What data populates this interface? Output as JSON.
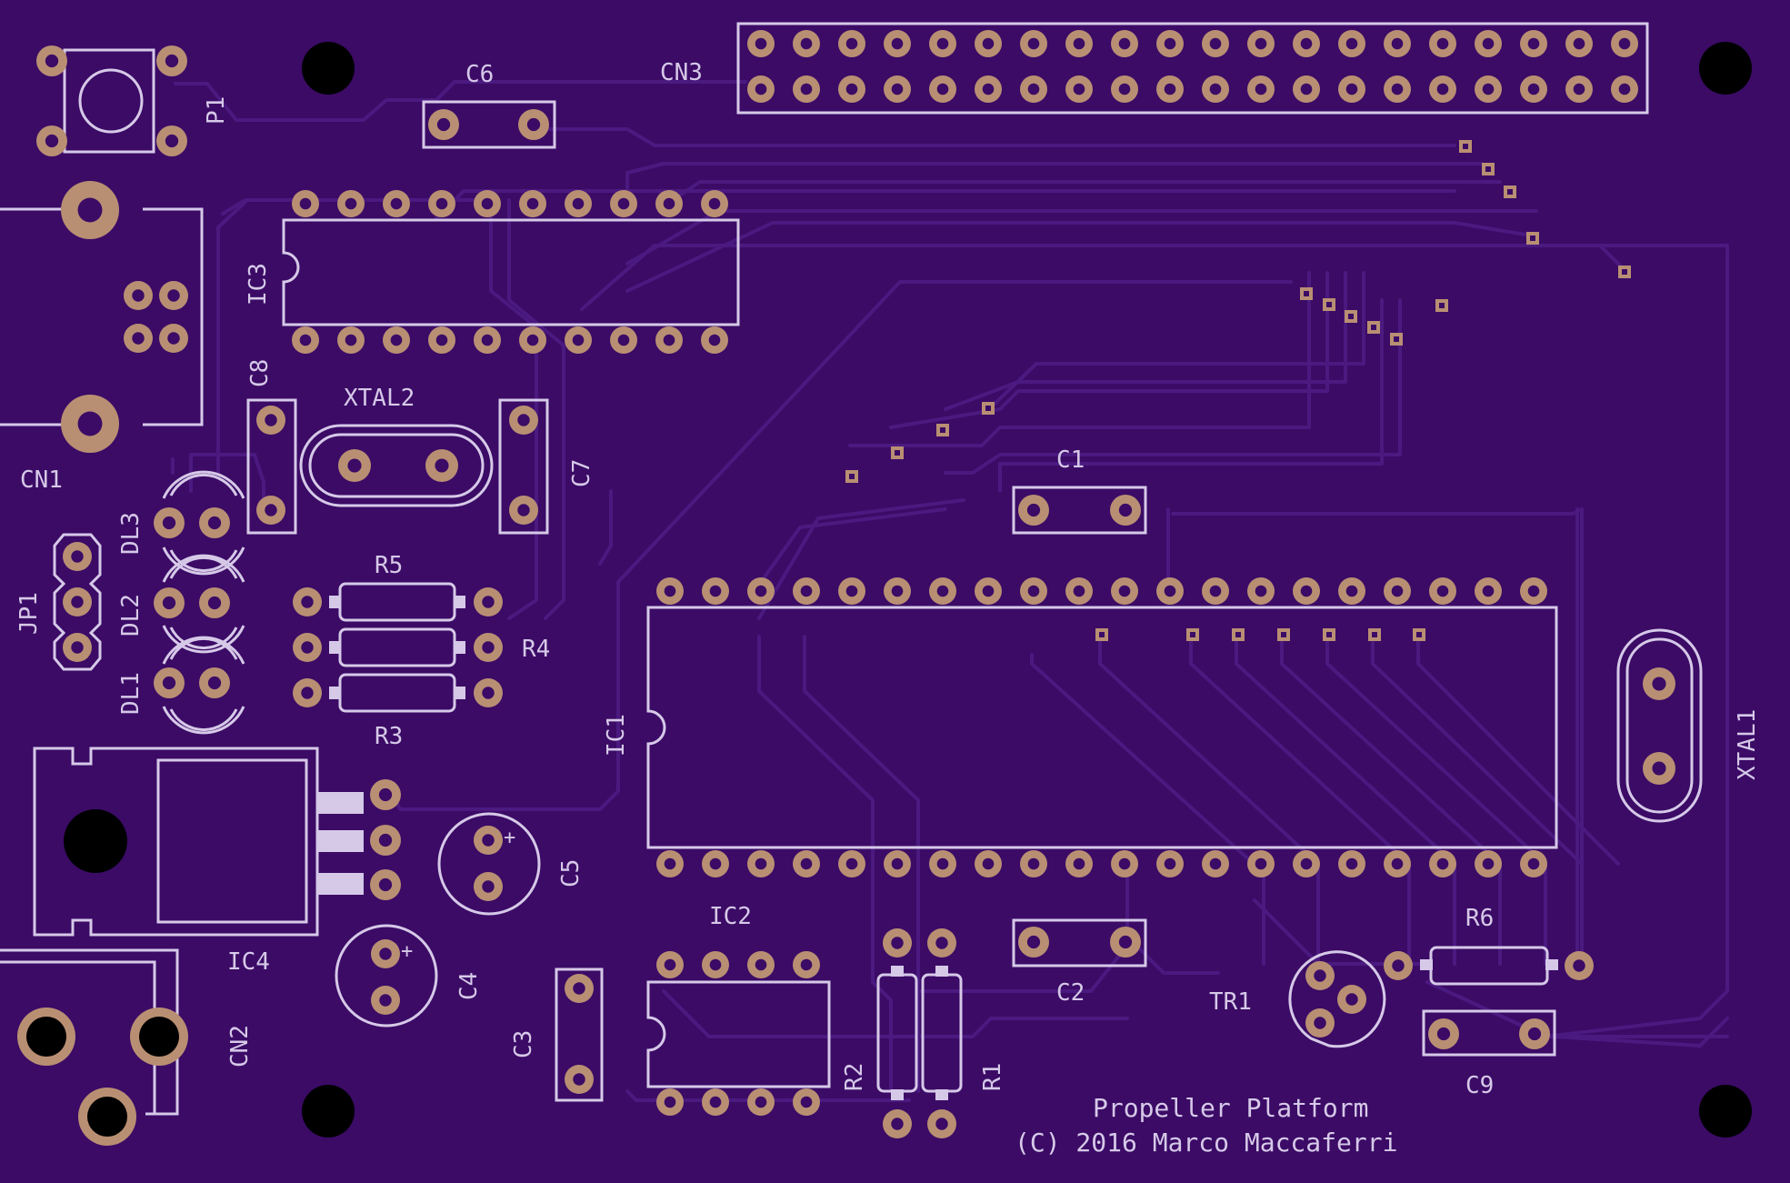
{
  "board": {
    "colors": {
      "board": "#3b0b66",
      "trace": "#4a1a80",
      "silk": "#d6c9e8",
      "pad": "#b98f73",
      "hole": "#000000"
    },
    "title_line1": "Propeller Platform",
    "title_line2": "(C) 2016 Marco Maccaferri"
  },
  "labels": {
    "p1": "P1",
    "c6": "C6",
    "cn3": "CN3",
    "ic3": "IC3",
    "c8": "C8",
    "xtal2": "XTAL2",
    "c7": "C7",
    "cn1": "CN1",
    "c1": "C1",
    "dl3": "DL3",
    "dl2": "DL2",
    "dl1": "DL1",
    "jp1": "JP1",
    "r5": "R5",
    "r4": "R4",
    "r3": "R3",
    "ic1": "IC1",
    "xtal1": "XTAL1",
    "c5": "C5",
    "ic4": "IC4",
    "c4": "C4",
    "cn2": "CN2",
    "c3": "C3",
    "ic2": "IC2",
    "r2": "R2",
    "r1": "R1",
    "c2": "C2",
    "r6": "R6",
    "tr1": "TR1",
    "c9": "C9"
  }
}
